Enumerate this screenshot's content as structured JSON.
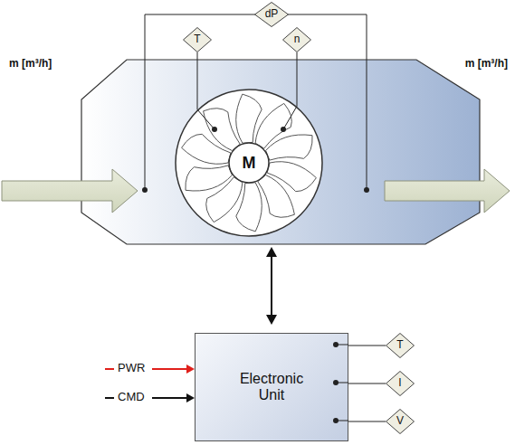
{
  "diagram": {
    "nodes": [
      {
        "text": [
          "dP"
        ]
      },
      {
        "text": [
          "T"
        ]
      },
      {
        "text": [
          "n"
        ]
      },
      {
        "text": [
          "M"
        ]
      },
      {
        "text": [
          "Electronic Unit"
        ]
      },
      {
        "text": [
          "T"
        ]
      },
      {
        "text": [
          "I"
        ]
      },
      {
        "text": [
          "V"
        ]
      }
    ],
    "edges": [
      {
        "from": 1,
        "to": 3,
        "arrow": "none"
      },
      {
        "from": 2,
        "to": 3,
        "arrow": "none"
      },
      {
        "from": 4,
        "to": 5,
        "arrow": "none"
      },
      {
        "from": 4,
        "to": 6,
        "arrow": "none"
      },
      {
        "from": 4,
        "to": 7,
        "arrow": "none"
      }
    ],
    "labels": [
      "m [m³/h]",
      "m [m³/h]",
      "PWR",
      "CMD"
    ]
  }
}
